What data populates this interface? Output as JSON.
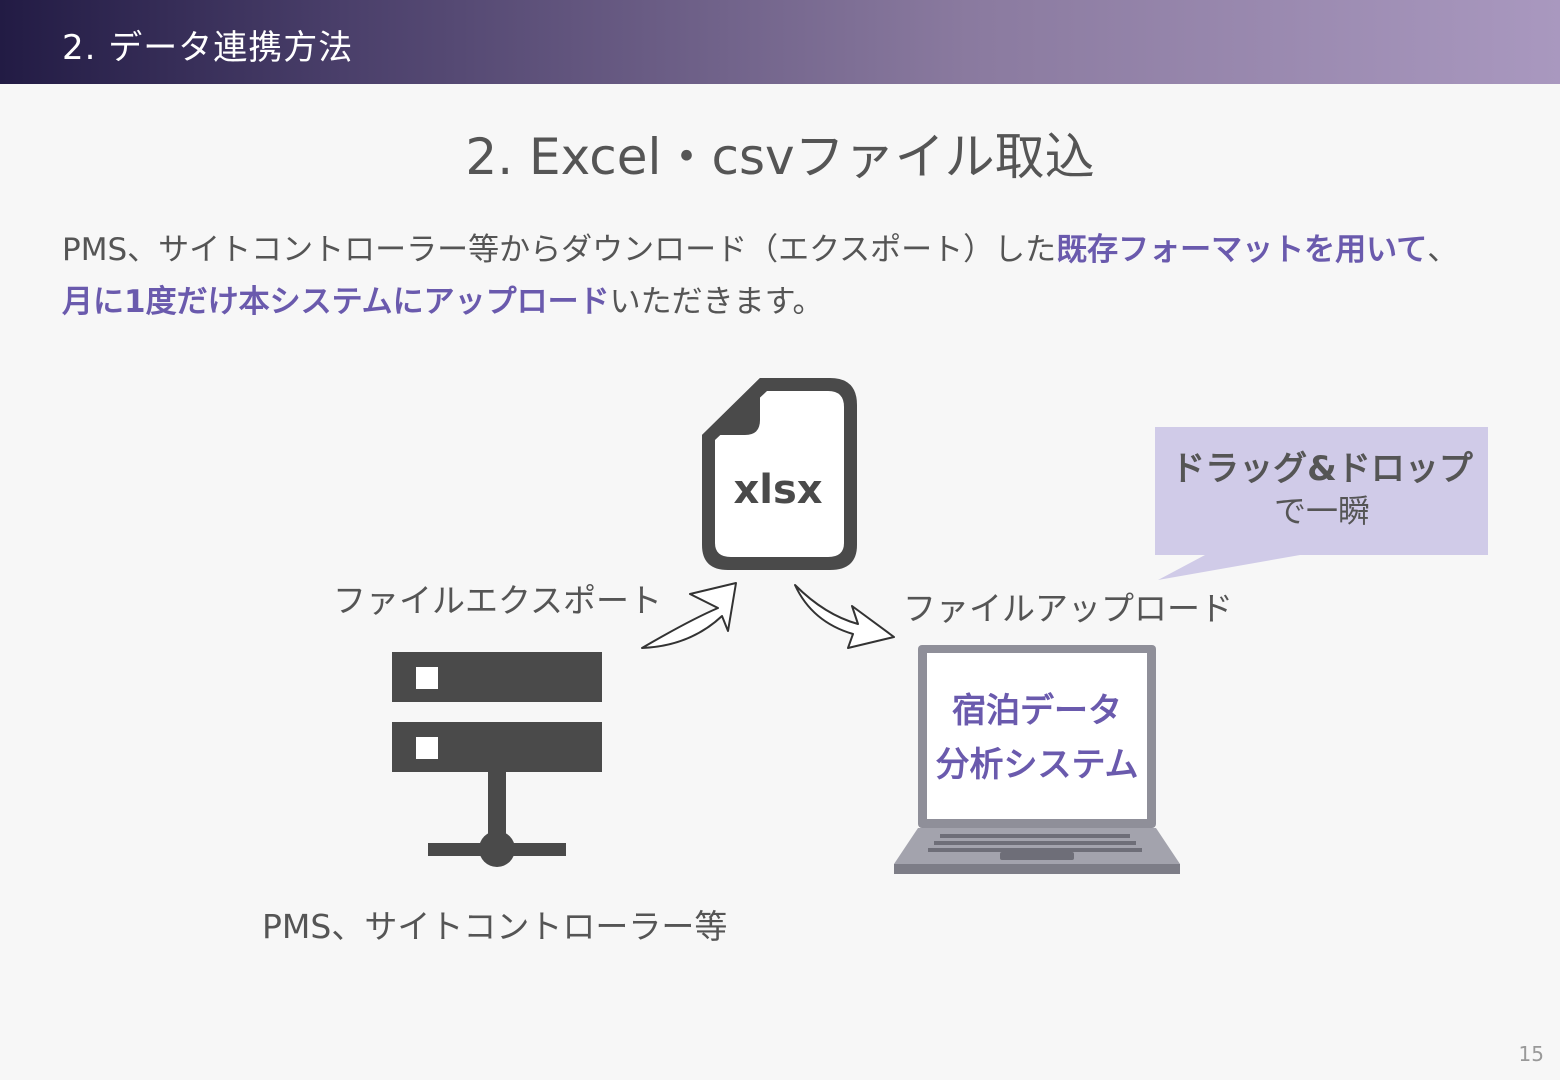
{
  "header": {
    "section_title": "2. データ連携方法"
  },
  "slide": {
    "title": "2. Excel・csvファイル取込"
  },
  "lead": {
    "seg1": "PMS、サイトコントローラー等からダウンロード（エクスポート）した",
    "seg2": "既存フォーマットを用いて",
    "seg3": "、",
    "seg4": "月に1度だけ本システムにアップロード",
    "seg5": "いただきます。"
  },
  "diagram": {
    "file_label": "xlsx",
    "export_label": "ファイルエクスポート",
    "upload_label": "ファイルアップロード",
    "source_label": "PMS、サイトコントローラー等",
    "callout": {
      "line1": "ドラッグ&ドロップ",
      "line2": "で一瞬"
    },
    "screen": {
      "line1": "宿泊データ",
      "line2": "分析システム"
    }
  },
  "colors": {
    "accent": "#6a5aad",
    "callout_bg": "#d0cbe8",
    "icon_dark": "#4a4a4a",
    "laptop_gray": "#8f8f99"
  },
  "icons": [
    "file-icon",
    "server-icon",
    "laptop-icon",
    "arrow-up-right-icon",
    "arrow-down-right-icon"
  ],
  "page_number": "15"
}
